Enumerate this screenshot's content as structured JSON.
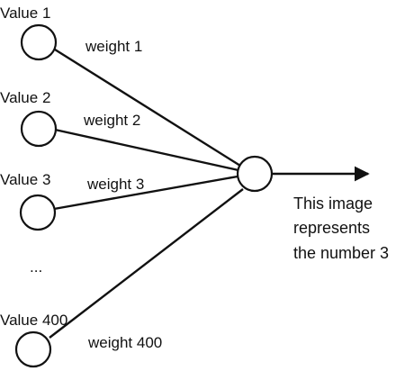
{
  "inputs": [
    {
      "value_label": "Value 1",
      "weight_label": "weight 1"
    },
    {
      "value_label": "Value 2",
      "weight_label": "weight 2"
    },
    {
      "value_label": "Value 3",
      "weight_label": "weight 3"
    },
    {
      "value_label": "Value 400",
      "weight_label": "weight 400"
    }
  ],
  "ellipsis": "...",
  "output_text": [
    "This image",
    "represents",
    "the number 3"
  ],
  "colors": {
    "stroke": "#111111",
    "background": "#ffffff"
  }
}
